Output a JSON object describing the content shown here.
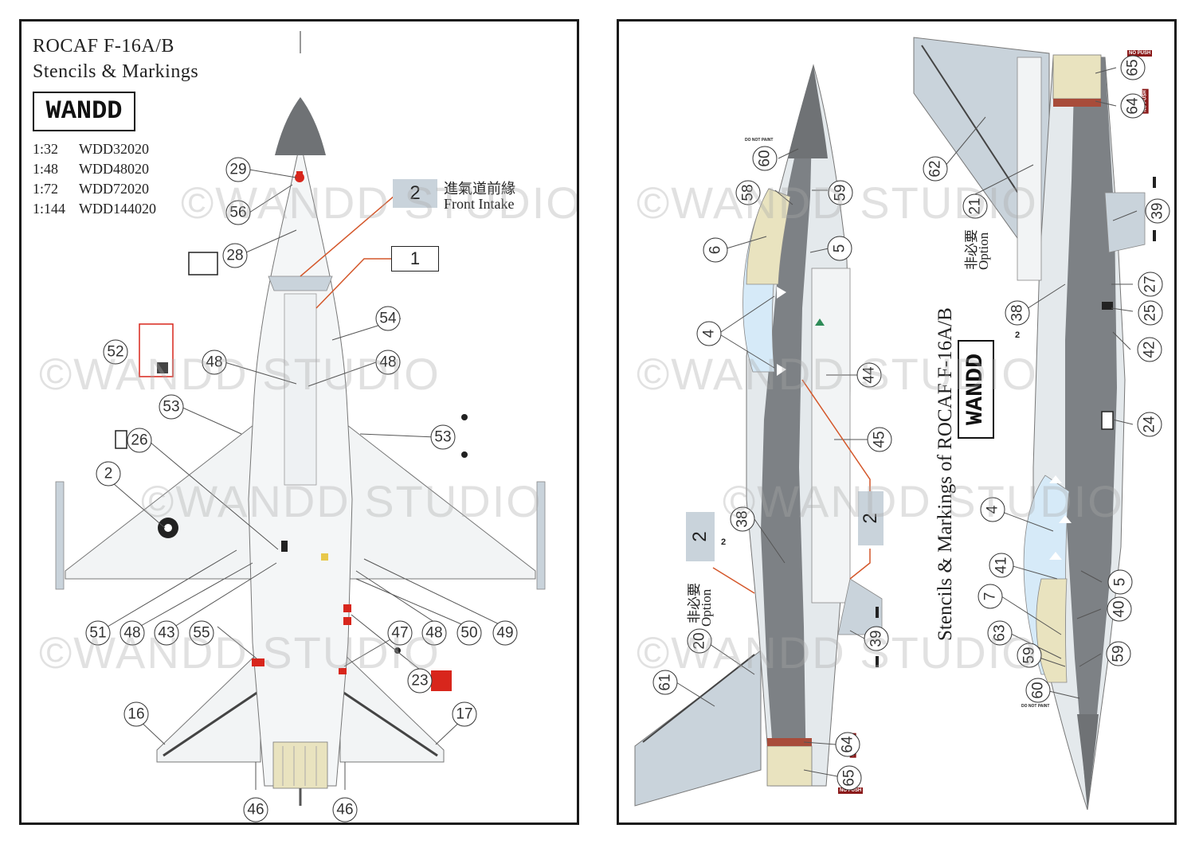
{
  "left_panel": {
    "title_line1": "ROCAF  F-16A/B",
    "title_line2": "Stencils & Markings",
    "logo": "WANDD",
    "scales": [
      {
        "scale": "1:32",
        "code": "WDD32020"
      },
      {
        "scale": "1:48",
        "code": "WDD48020"
      },
      {
        "scale": "1:72",
        "code": "WDD72020"
      },
      {
        "scale": "1:144",
        "code": "WDD144020"
      }
    ],
    "front_intake_number": "2",
    "front_intake_zh": "進氣道前緣",
    "front_intake_en": "Front Intake",
    "box_1": "1",
    "callouts": [
      "29",
      "56",
      "28",
      "54",
      "52",
      "48",
      "48",
      "53",
      "53",
      "26",
      "2",
      "51",
      "48",
      "43",
      "55",
      "47",
      "48",
      "50",
      "49",
      "23",
      "16",
      "17",
      "46",
      "46"
    ]
  },
  "right_panel": {
    "title": "Stencils & Markings  of  ROCAF  F-16A/B",
    "logo": "WANDD",
    "do_not_paint": "DO NOT PAINT",
    "no_push": "NO PUSH",
    "option_zh": "非必要",
    "option_en": "Option",
    "decal_2": "2",
    "small_2": "2",
    "callouts_lower": [
      "60",
      "58",
      "59",
      "6",
      "5",
      "4",
      "44",
      "45",
      "2",
      "38",
      "39",
      "20",
      "61",
      "64",
      "65"
    ],
    "callouts_upper": [
      "65",
      "64",
      "62",
      "21",
      "39",
      "27",
      "25",
      "38",
      "42",
      "24",
      "4",
      "41",
      "5",
      "7",
      "40",
      "63",
      "59",
      "59",
      "60"
    ]
  },
  "watermark": "©WANDD STUDIO",
  "colors": {
    "nose_grey": "#6f7275",
    "dark_grey": "#7d8185",
    "light_grey": "#c9d3db",
    "canopy_blue": "#d6eaf8",
    "canopy_tan": "#e9e3bf",
    "leader_orange": "#d4572a",
    "marking_red": "#d8261c"
  }
}
